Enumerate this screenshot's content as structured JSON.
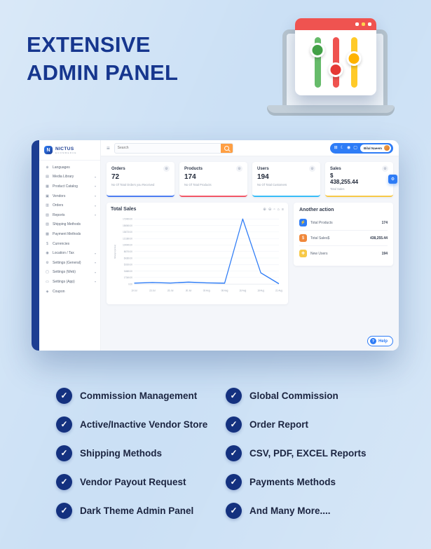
{
  "hero": {
    "title_line1": "EXTENSIVE",
    "title_line2": "ADMIN PANEL"
  },
  "admin": {
    "brand": {
      "logo_letter": "N",
      "name": "NICTUS",
      "tagline": "ECOMMERCE"
    },
    "topbar": {
      "search_placeholder": "Search",
      "user_name": "Bilal Naeem",
      "icons": [
        "apps-icon",
        "dark-mode-icon",
        "notifications-icon",
        "fullscreen-icon"
      ]
    },
    "sidebar": [
      {
        "label": "Languages",
        "icon": "globe-icon",
        "chevron": false
      },
      {
        "label": "Media Library",
        "icon": "media-icon",
        "chevron": true
      },
      {
        "label": "Product Catalog",
        "icon": "catalog-icon",
        "chevron": true
      },
      {
        "label": "Vendors",
        "icon": "vendors-icon",
        "chevron": true
      },
      {
        "label": "Orders",
        "icon": "orders-icon",
        "chevron": true
      },
      {
        "label": "Reports",
        "icon": "reports-icon",
        "chevron": true
      },
      {
        "label": "Shipping Methods",
        "icon": "shipping-icon",
        "chevron": false
      },
      {
        "label": "Payment Methods",
        "icon": "payment-icon",
        "chevron": false
      },
      {
        "label": "Currencies",
        "icon": "currency-icon",
        "chevron": false
      },
      {
        "label": "Location / Tax",
        "icon": "location-icon",
        "chevron": true
      },
      {
        "label": "Settings (General)",
        "icon": "settings-icon",
        "chevron": true
      },
      {
        "label": "Settings (Web)",
        "icon": "web-icon",
        "chevron": true
      },
      {
        "label": "Settings (App)",
        "icon": "app-icon",
        "chevron": true
      },
      {
        "label": "Coupon",
        "icon": "coupon-icon",
        "chevron": false
      }
    ],
    "stats": [
      {
        "title": "Orders",
        "value": "72",
        "subtitle": "No Of Total Orders you Received",
        "accent": "#4d7df2"
      },
      {
        "title": "Products",
        "value": "174",
        "subtitle": "No Of Total Products",
        "accent": "#f25767"
      },
      {
        "title": "Users",
        "value": "194",
        "subtitle": "No Of Total Customers",
        "accent": "#38bdf8"
      },
      {
        "title": "Sales",
        "currency": "$",
        "value": "438,255.44",
        "subtitle": "Total Sales",
        "accent": "#f7c948",
        "side_button": true
      }
    ],
    "another_action": {
      "title": "Another action",
      "rows": [
        {
          "label": "Total Products",
          "value": "174",
          "icon": "bolt-icon",
          "color": "#2e7cf6"
        },
        {
          "label": "Total Sales$",
          "value": "438,255.44",
          "icon": "sales-icon",
          "color": "#f0883b"
        },
        {
          "label": "New Users",
          "value": "194",
          "icon": "users-icon",
          "color": "#f7c948"
        }
      ]
    },
    "help_label": "Help"
  },
  "chart_data": {
    "type": "line",
    "title": "Total Sales",
    "ylabel": "Margin(price)",
    "categories": [
      "19 Jul",
      "23 Jul",
      "26 Jul",
      "30 Jul",
      "03 Aug",
      "08 Aug",
      "16 Aug",
      "18 Aug",
      "21 Aug"
    ],
    "values": [
      2500,
      4200,
      2800,
      5200,
      3200,
      2400,
      173400,
      30000,
      900
    ],
    "y_ticks": [
      "173400.00",
      "156060.00",
      "138720.00",
      "121380.00",
      "104040.00",
      "86700.00",
      "69360.00",
      "52020.00",
      "34680.00",
      "17340.00",
      "0.00"
    ],
    "ylim": [
      0,
      173400
    ],
    "line_color": "#2e7cf6",
    "grid": true,
    "legend": "none",
    "toolbar_icons": [
      "zoom-in-icon",
      "zoom-out-icon",
      "selection-icon",
      "home-icon",
      "menu-icon"
    ]
  },
  "features": {
    "left": [
      "Commission Management",
      "Active/Inactive Vendor Store",
      "Shipping Methods",
      "Vendor Payout Request",
      "Dark Theme Admin Panel"
    ],
    "right": [
      "Global Commission",
      "Order Report",
      "CSV, PDF, EXCEL Reports",
      "Payments Methods",
      "And Many More...."
    ]
  }
}
